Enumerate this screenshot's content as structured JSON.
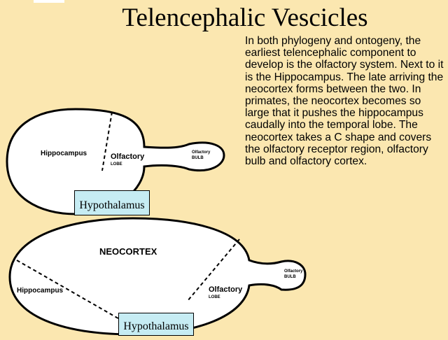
{
  "title": "Telencephalic Vescicles",
  "body_text": "In both phylogeny and ontogeny, the earliest telencephalic component to develop is the olfactory system.  Next to it is the Hippocampus.  The late arriving the neocortex forms between the two. In primates, the neocortex becomes so large that it pushes the hippocampus caudally into the temporal lobe.  The neocortex takes a C shape and covers the olfactory receptor region, olfactory bulb and olfactory cortex.",
  "top_diagram": {
    "hippocampus": "Hippocampus",
    "olfactory": "Olfactory",
    "lobe": "LOBE",
    "olfactory_bulb_1": "Olfactory",
    "olfactory_bulb_2": "BULB",
    "hypothalamus": "Hypothalamus"
  },
  "bottom_diagram": {
    "neocortex": "NEOCORTEX",
    "hippocampus": "Hippocampus",
    "olfactory": "Olfactory",
    "lobe": "LOBE",
    "olfactory_bulb_1": "Olfactory",
    "olfactory_bulb_2": "BULB",
    "hypothalamus": "Hypothalamus"
  },
  "colors": {
    "background": "#fbe7b0",
    "hypothalamus_box": "#c6ecf3"
  }
}
